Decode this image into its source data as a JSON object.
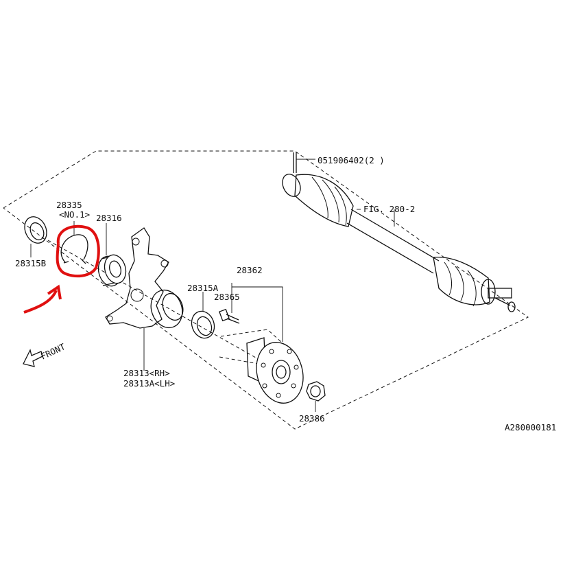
{
  "parts": {
    "p28315b": "28315B",
    "p28335": "28335",
    "p28335_sub": "<NO.1>",
    "p28316": "28316",
    "p28315a": "28315A",
    "p28365": "28365",
    "p28362": "28362",
    "p28313_rh": "28313<RH>",
    "p28313a_lh": "28313A<LH>",
    "p28386": "28386",
    "p051906402": "051906402(2 )",
    "fig_ref": "FIG. 280-2"
  },
  "front_label": "FRONT",
  "diagram_id": "A280000181",
  "annotation": {
    "color": "#e01010"
  }
}
